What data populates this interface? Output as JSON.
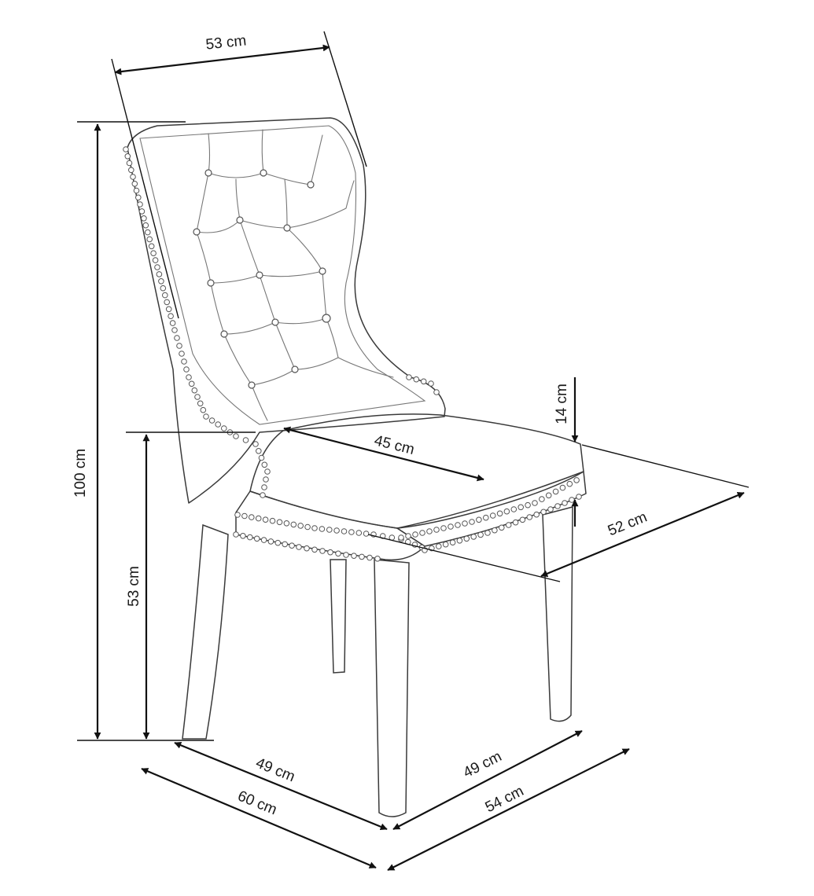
{
  "dimensions": {
    "backrest_width": "53 cm",
    "total_height": "100 cm",
    "seat_height": "53 cm",
    "seat_width": "45 cm",
    "seat_thickness": "14 cm",
    "seat_depth": "52 cm",
    "front_width_inner": "49 cm",
    "front_width_outer": "60 cm",
    "side_depth_inner": "49 cm",
    "side_depth_outer": "54 cm"
  }
}
